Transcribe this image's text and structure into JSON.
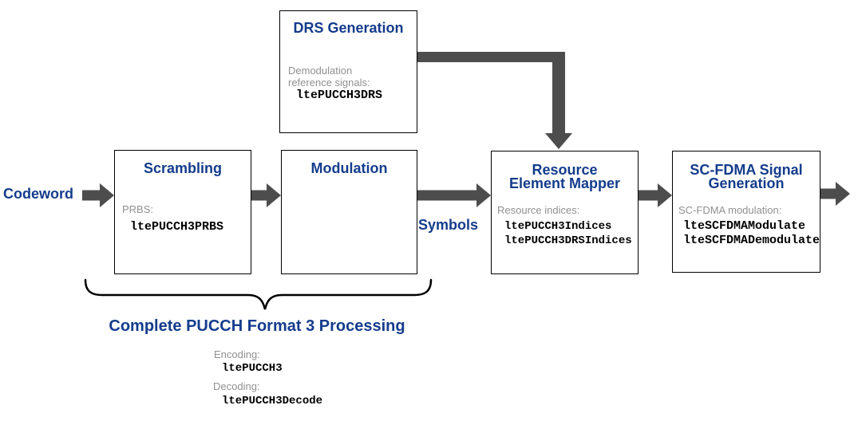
{
  "colors": {
    "heading_blue": "#143C8C",
    "label_gray": "#909090",
    "arrow_gray": "#4D4D4D",
    "box_border": "#000000"
  },
  "labels": {
    "input": "Codeword",
    "symbols": "Symbols"
  },
  "blocks": {
    "drs": {
      "title_lines": [
        "DRS Generation"
      ],
      "caption": "Demodulation reference signals:",
      "codes": [
        "ltePUCCH3DRS"
      ]
    },
    "scrambling": {
      "title_lines": [
        "Scrambling"
      ],
      "caption": "PRBS:",
      "codes": [
        "ltePUCCH3PRBS"
      ]
    },
    "modulation": {
      "title_lines": [
        "Modulation"
      ]
    },
    "resource_mapper": {
      "title_lines": [
        "Resource",
        "Element Mapper"
      ],
      "caption": "Resource indices:",
      "codes": [
        "ltePUCCH3Indices",
        "ltePUCCH3DRSIndices"
      ]
    },
    "scfdma": {
      "title_lines": [
        "SC-FDMA Signal",
        "Generation"
      ],
      "caption": "SC-FDMA modulation:",
      "codes": [
        "lteSCFDMAModulate",
        "lteSCFDMADemodulate"
      ]
    }
  },
  "footer": {
    "brace_label": "Complete PUCCH Format 3 Processing",
    "encoding_label": "Encoding:",
    "encoding_code": "ltePUCCH3",
    "decoding_label": "Decoding:",
    "decoding_code": "ltePUCCH3Decode"
  }
}
